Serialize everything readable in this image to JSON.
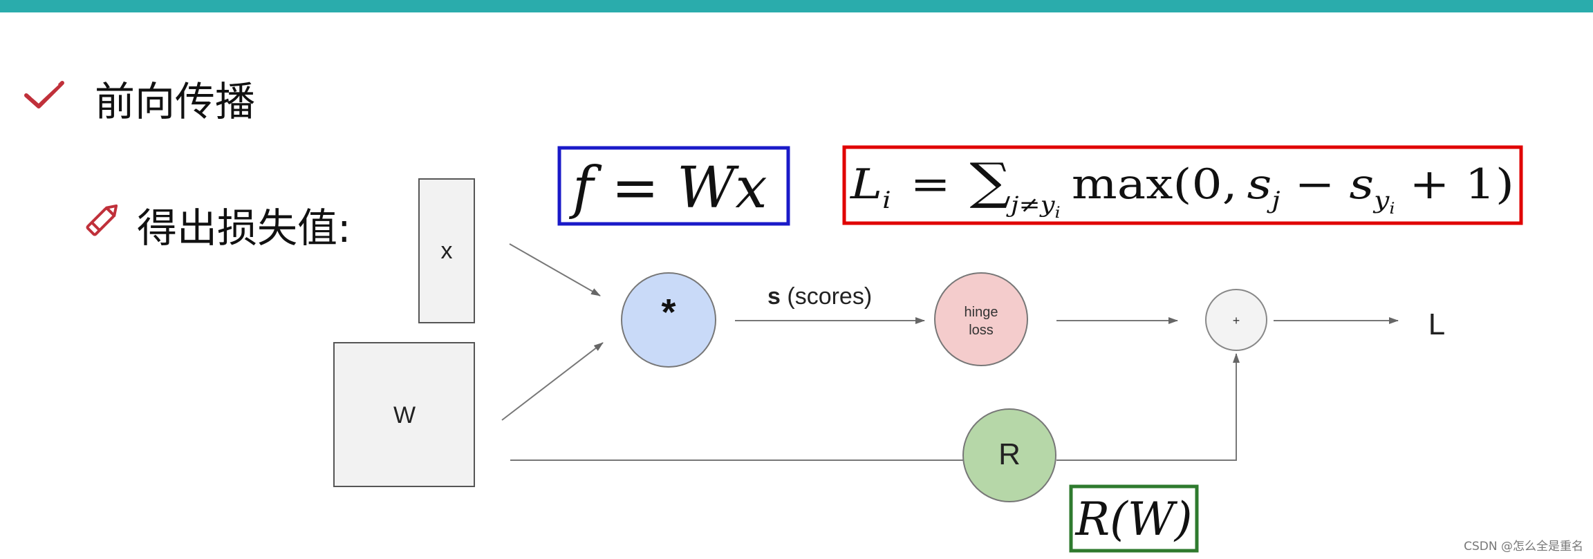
{
  "section": {
    "title": "前向传播",
    "subtitle": "得出损失值:"
  },
  "icons": {
    "title_icon": "check-icon",
    "subtitle_icon": "pencil-icon"
  },
  "colors": {
    "top_bar": "#2aacac",
    "accent_red": "#c0303a",
    "mul_fill": "#c9daf8",
    "hinge_fill": "#f4cccc",
    "reg_fill": "#b6d7a8",
    "formula_blue": "#1a1ac8",
    "formula_red": "#e00000",
    "formula_green": "#2e7a2e"
  },
  "diagram": {
    "input_x": "x",
    "input_w": "W",
    "mul_node": "*",
    "scores_bold": "s",
    "scores_rest": " (scores)",
    "hinge_line1": "hinge",
    "hinge_line2": "loss",
    "sum_node": "+",
    "reg_node": "R",
    "output": "L"
  },
  "formulas": {
    "score": {
      "f": "f",
      "eq": "=",
      "rhs": "Wx"
    },
    "loss": {
      "lhs": "L",
      "lhs_sub": "i",
      "eq": "=",
      "sum": "∑",
      "sum_sub_j": "j≠y",
      "sum_sub_i": "i",
      "max": "max(0,",
      "s": "s",
      "sj_sub": "j",
      "minus": "−",
      "syi_sub": "y",
      "syi_subsub": "i",
      "tail": "+ 1)"
    },
    "reg": "R(W)"
  },
  "watermark": "CSDN @怎么全是重名"
}
